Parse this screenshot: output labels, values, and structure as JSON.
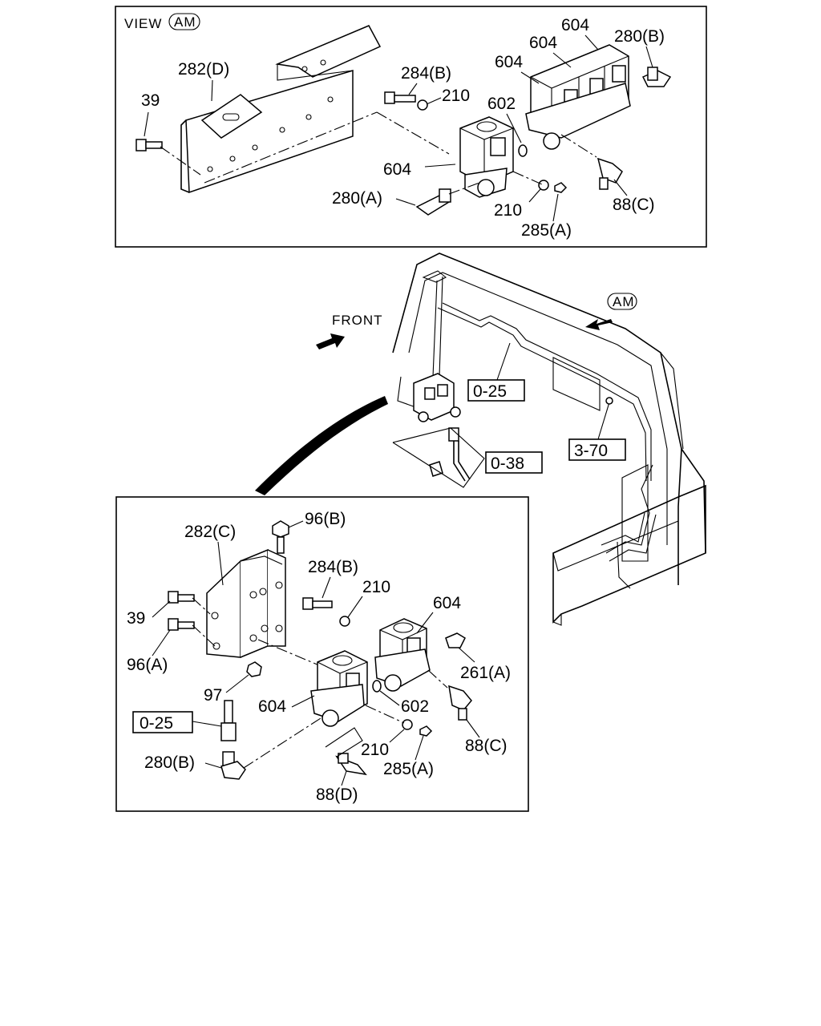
{
  "view_panel": {
    "title": "VIEW",
    "title_tag": "AM",
    "labels": {
      "bracket": "282(D)",
      "bolt": "39",
      "bolt2": "284(B)",
      "washer": "210",
      "oring": "602",
      "valve_a": "604",
      "valve_b": "604",
      "valve_c": "604",
      "valve_d": "604",
      "fitting_b": "280(B)",
      "fitting_a": "280(A)",
      "washer2": "210",
      "nut": "285(A)",
      "elbow": "88(C)"
    }
  },
  "main_view": {
    "front_label": "FRONT",
    "view_tag": "AM",
    "ref_boxes": {
      "pipe_a": "0-25",
      "pipe_b": "3-70",
      "hose": "0-38"
    }
  },
  "detail_panel": {
    "labels": {
      "bolt_top": "96(B)",
      "bracket": "282(C)",
      "bolt2": "284(B)",
      "washer": "210",
      "valve_top": "604",
      "bolt_39": "39",
      "bolt_96a": "96(A)",
      "fitting_261": "261(A)",
      "nut_97": "97",
      "valve_front": "604",
      "oring": "602",
      "elbow": "88(C)",
      "ref_box": "0-25",
      "washer2": "210",
      "nut": "285(A)",
      "fitting_280b": "280(B)",
      "fitting_88d": "88(D)"
    }
  }
}
